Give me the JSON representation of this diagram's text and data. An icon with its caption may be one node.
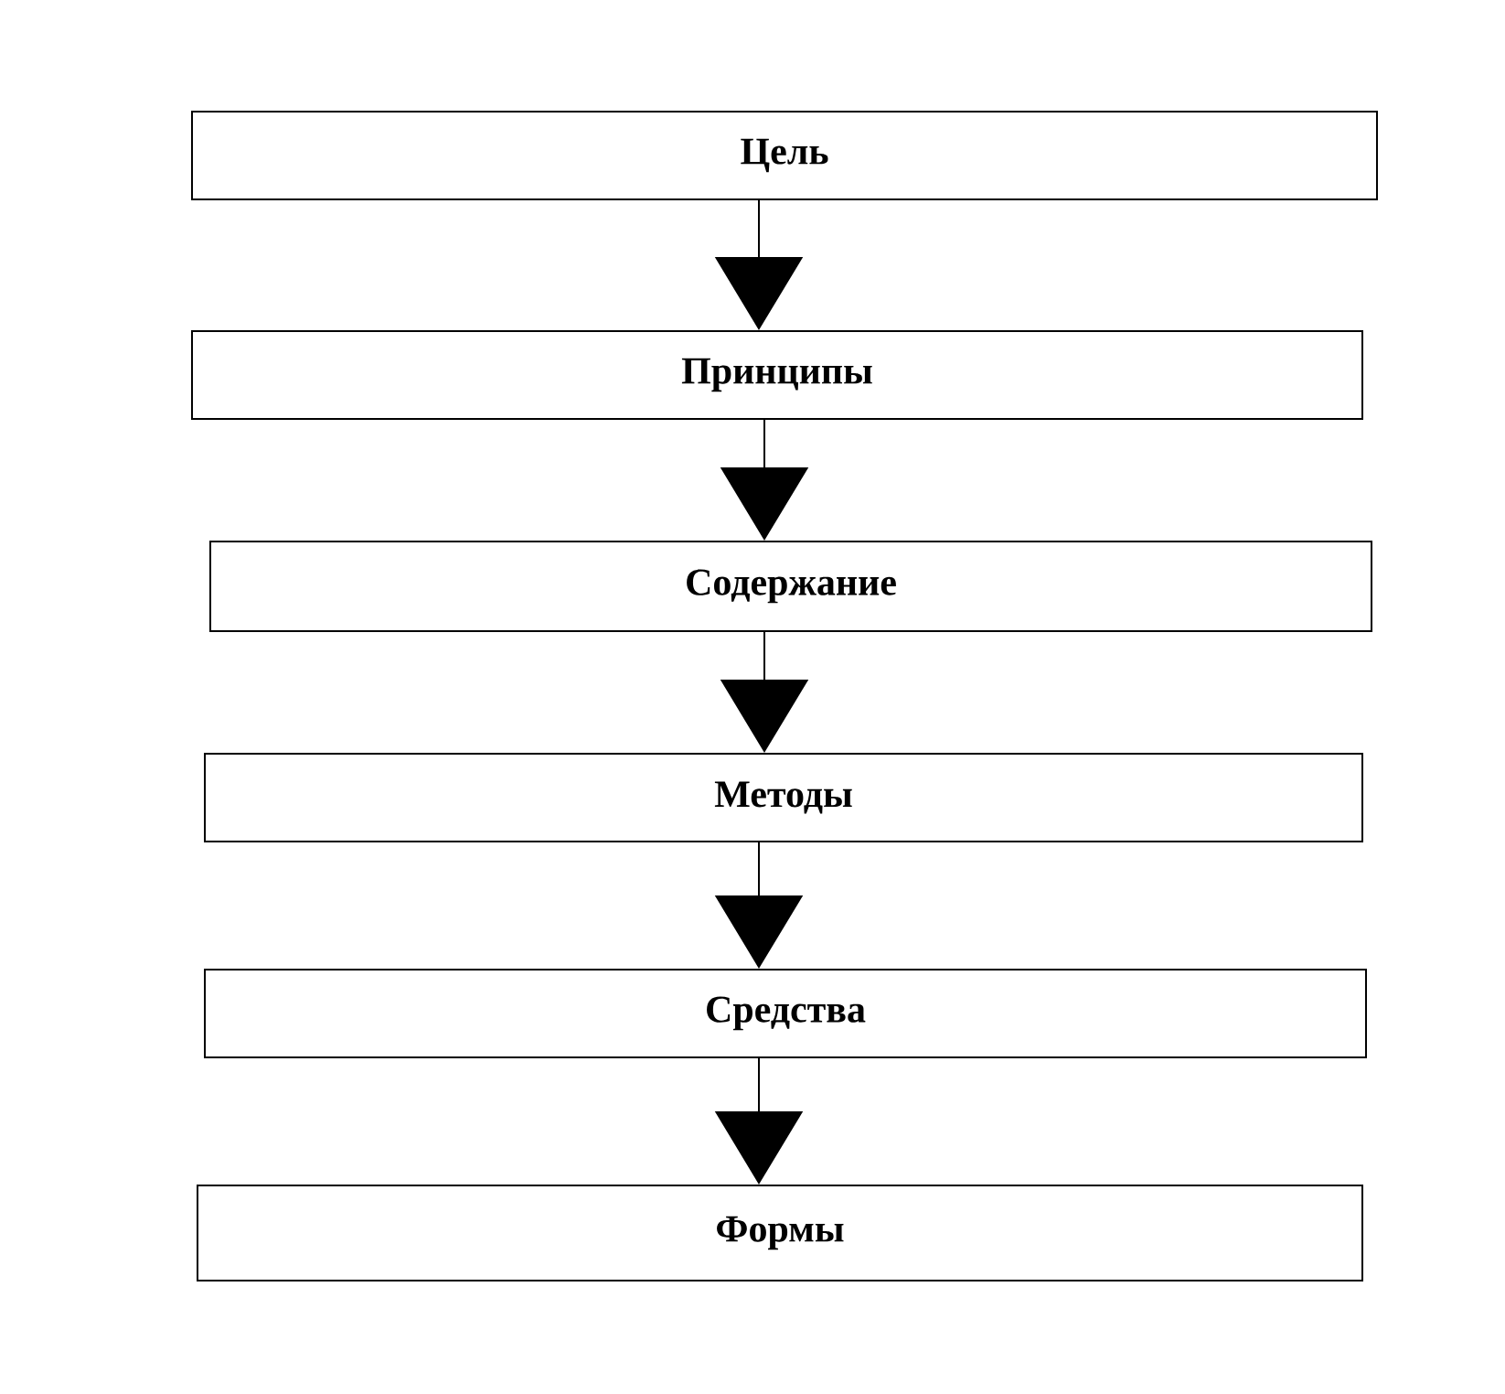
{
  "diagram": {
    "nodes": [
      {
        "text": [
          "Цель"
        ]
      },
      {
        "text": [
          "Принципы"
        ]
      },
      {
        "text": [
          "Содержание"
        ]
      },
      {
        "text": [
          "Методы"
        ]
      },
      {
        "text": [
          "Средства"
        ]
      },
      {
        "text": [
          "Формы"
        ]
      }
    ],
    "edges": [
      {
        "from": 0,
        "to": 1,
        "arrow": "to"
      },
      {
        "from": 1,
        "to": 2,
        "arrow": "to"
      },
      {
        "from": 2,
        "to": 3,
        "arrow": "to"
      },
      {
        "from": 3,
        "to": 4,
        "arrow": "to"
      },
      {
        "from": 4,
        "to": 5,
        "arrow": "to"
      }
    ]
  }
}
